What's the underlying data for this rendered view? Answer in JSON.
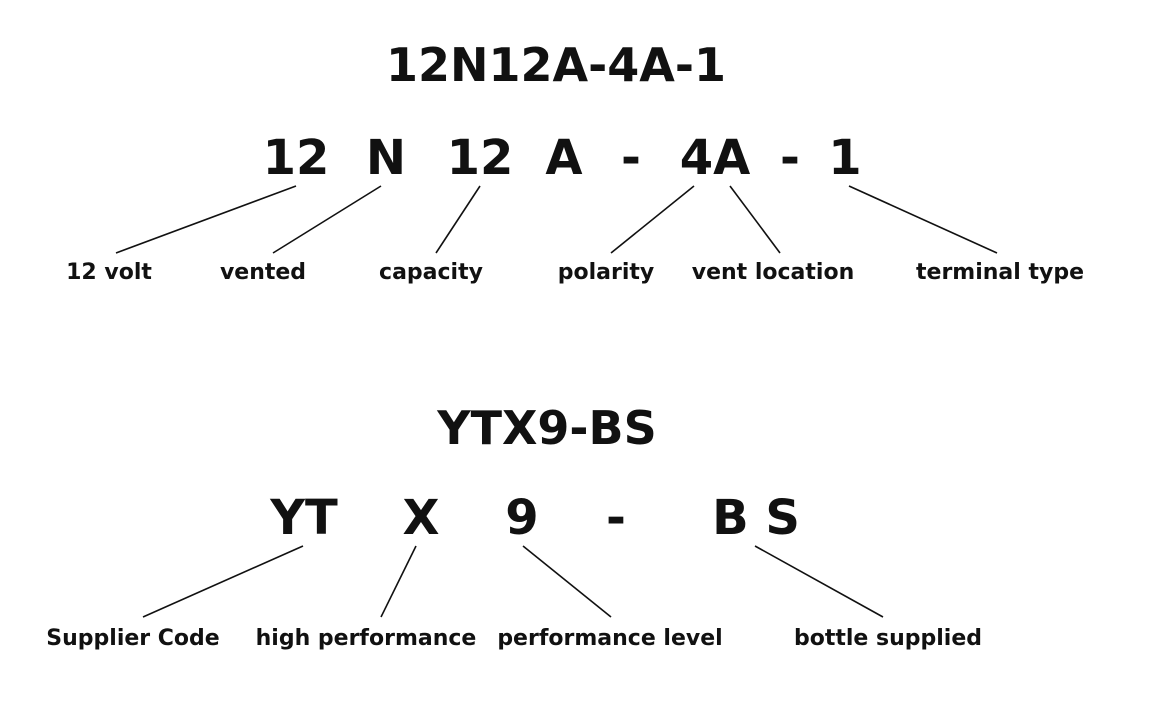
{
  "diagram1": {
    "title": "12N12A-4A-1",
    "segments": [
      "12",
      "N",
      "12",
      "A",
      "-",
      "4A",
      "-",
      "1"
    ],
    "labels": [
      "12 volt",
      "vented",
      "capacity",
      "polarity",
      "vent location",
      "terminal type"
    ]
  },
  "diagram2": {
    "title": "YTX9-BS",
    "segments": [
      "YT",
      "X",
      "9",
      "-",
      "B S"
    ],
    "labels": [
      "Supplier Code",
      "high performance",
      "performance level",
      "bottle supplied"
    ]
  }
}
